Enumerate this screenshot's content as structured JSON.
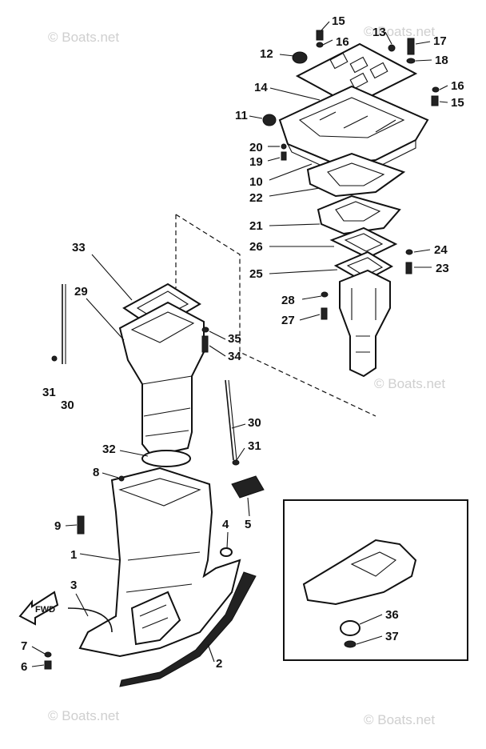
{
  "watermark": "© Boats.net",
  "fwd_label": "FWD",
  "labels": {
    "l1": "1",
    "l2": "2",
    "l3": "3",
    "l4": "4",
    "l5": "5",
    "l6": "6",
    "l7": "7",
    "l8": "8",
    "l9": "9",
    "l10": "10",
    "l11": "11",
    "l12": "12",
    "l13": "13",
    "l14": "14",
    "l15a": "15",
    "l15b": "15",
    "l16a": "16",
    "l16b": "16",
    "l17": "17",
    "l18": "18",
    "l19": "19",
    "l20": "20",
    "l21": "21",
    "l22": "22",
    "l23": "23",
    "l24": "24",
    "l25": "25",
    "l26": "26",
    "l27": "27",
    "l28": "28",
    "l29": "29",
    "l30a": "30",
    "l30b": "30",
    "l31a": "31",
    "l31b": "31",
    "l32": "32",
    "l33": "33",
    "l34": "34",
    "l35": "35",
    "l36": "36",
    "l37": "37"
  }
}
